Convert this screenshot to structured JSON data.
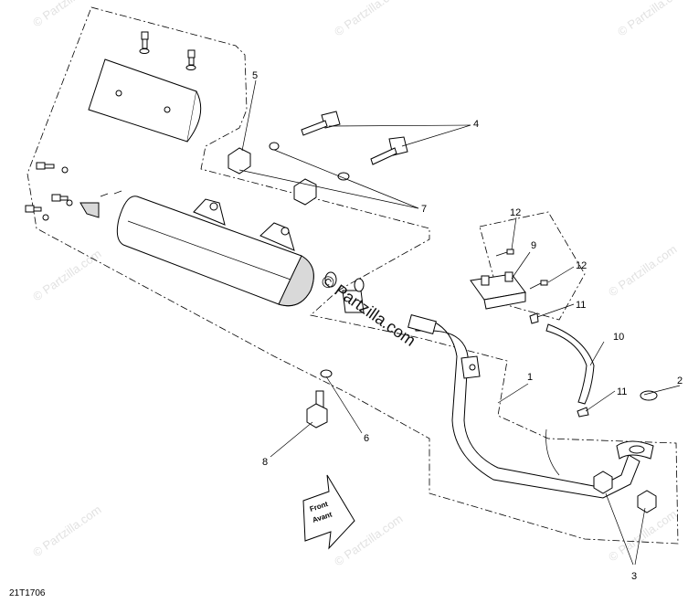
{
  "diagram_code": "21T1706",
  "watermark": {
    "center_text": "© Partzilla.com",
    "tile_text": "© Partzilla.com"
  },
  "front_arrow": {
    "line1": "Front",
    "line2": "Avant"
  },
  "callouts": [
    {
      "id": "c1",
      "label": "1"
    },
    {
      "id": "c2",
      "label": "2"
    },
    {
      "id": "c3",
      "label": "3"
    },
    {
      "id": "c4",
      "label": "4"
    },
    {
      "id": "c5",
      "label": "5"
    },
    {
      "id": "c6",
      "label": "6"
    },
    {
      "id": "c7",
      "label": "7"
    },
    {
      "id": "c8",
      "label": "8"
    },
    {
      "id": "c9",
      "label": "9"
    },
    {
      "id": "c10",
      "label": "10"
    },
    {
      "id": "c11a",
      "label": "11"
    },
    {
      "id": "c11b",
      "label": "11"
    },
    {
      "id": "c12a",
      "label": "12"
    },
    {
      "id": "c12b",
      "label": "12"
    }
  ]
}
